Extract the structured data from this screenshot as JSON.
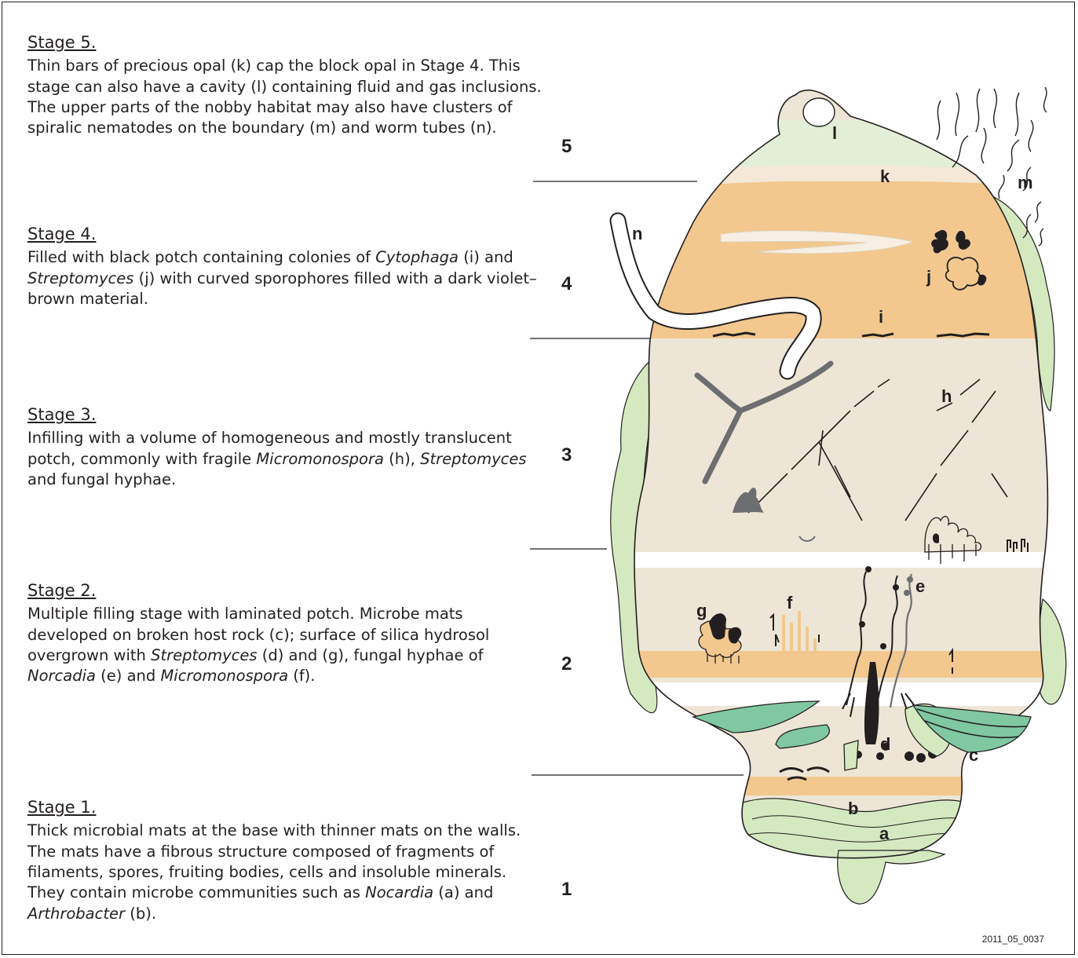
{
  "stages": [
    {
      "id": "5",
      "title": "Stage 5.",
      "text_html": "Thin bars of precious opal (k) cap the block opal in Stage 4. This stage can also have a cavity (l) containing fluid and gas inclusions. The upper parts of the nobby habitat may also have clusters of spiralic nematodes on the boundary (m) and worm tubes (n)."
    },
    {
      "id": "4",
      "title": "Stage 4.",
      "text_html": "Filled with black potch containing colonies of <i>Cytophaga</i> (i) and <i>Streptomyces</i> (j) with curved sporophores filled with a dark violet–brown material."
    },
    {
      "id": "3",
      "title": "Stage 3.",
      "text_html": "Infilling with a volume of homogeneous and mostly translucent potch, commonly with fragile <i>Micromonospora</i> (h), <i>Streptomyces</i> and fungal hyphae."
    },
    {
      "id": "2",
      "title": "Stage 2.",
      "text_html": "Multiple filling stage with laminated potch. Microbe mats developed on broken host rock (c); surface of silica hydrosol overgrown with <i>Streptomyces</i> (d) and (g), fungal hyphae of <i>Norcadia</i> (e) and <i>Micromonospora</i> (f)."
    },
    {
      "id": "1",
      "title": "Stage 1.",
      "text_html": "Thick microbial mats at the base with thinner mats on the walls. The mats have a fibrous structure composed of fragments of filaments, spores, fruiting bodies, cells and insoluble minerals. They contain microbe communities such as <i>Nocardia</i> (a) and <i>Arthrobacter</i> (b)."
    }
  ],
  "stage_numbers": [
    "5",
    "4",
    "3",
    "2",
    "1"
  ],
  "labels": {
    "a": "a",
    "b": "b",
    "c": "c",
    "d": "d",
    "e": "e",
    "f": "f",
    "g": "g",
    "h": "h",
    "i": "i",
    "j": "j",
    "k": "k",
    "l": "l",
    "m": "m",
    "n": "n"
  },
  "figure_id": "2011_05_0037",
  "colors": {
    "potch_light": "#ede6d6",
    "potch_orange": "#f2c88f",
    "mat_green": "#d4e9bf",
    "mat_dark_green": "#7fc8a2",
    "cavity_green": "#dcedc8",
    "dark_hyphae": "#6d6e71",
    "ink": "#231f20"
  }
}
